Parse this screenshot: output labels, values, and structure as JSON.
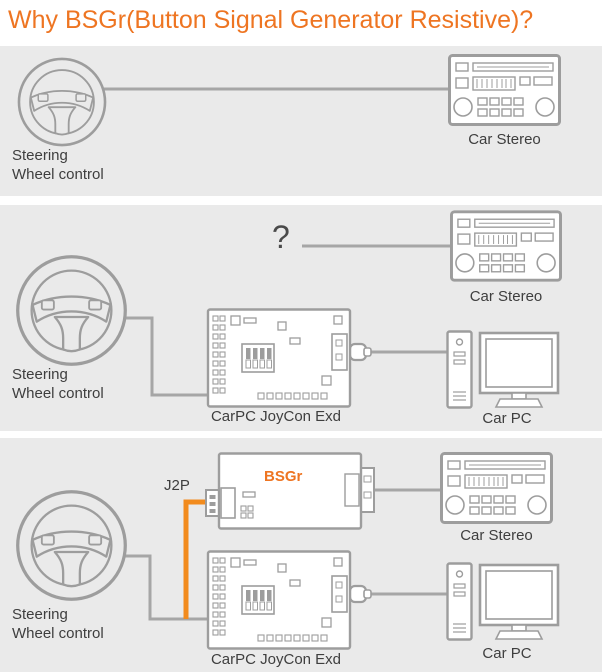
{
  "title": "Why BSGr(Button Signal Generator Resistive)?",
  "colors": {
    "accent_orange": "#EE7522",
    "cable_orange": "#F28B1D",
    "panel_gray": "#EAEAEA",
    "icon_stroke": "#9D9D9D",
    "label_text": "#3E3E3E"
  },
  "icons": {
    "steering_wheel": "steering-wheel-icon",
    "car_stereo": "car-stereo-icon",
    "joycon_board": "carpc-joycon-board-icon",
    "bsgr_board": "bsgr-board-icon",
    "car_pc": "car-pc-icon"
  },
  "panels": [
    {
      "id": "direct-connection",
      "steering_label_line1": "Steering",
      "steering_label_line2": "Wheel control",
      "stereo_label": "Car Stereo"
    },
    {
      "id": "carpc-without-bsgr",
      "question_mark": "?",
      "steering_label_line1": "Steering",
      "steering_label_line2": "Wheel control",
      "stereo_label": "Car Stereo",
      "board_label": "CarPC JoyCon Exd",
      "pc_label": "Car PC"
    },
    {
      "id": "carpc-with-bsgr",
      "j2p_label": "J2P",
      "bsgr_label": "BSGr",
      "steering_label_line1": "Steering",
      "steering_label_line2": "Wheel control",
      "stereo_label": "Car Stereo",
      "board_label": "CarPC JoyCon Exd",
      "pc_label": "Car PC"
    }
  ]
}
